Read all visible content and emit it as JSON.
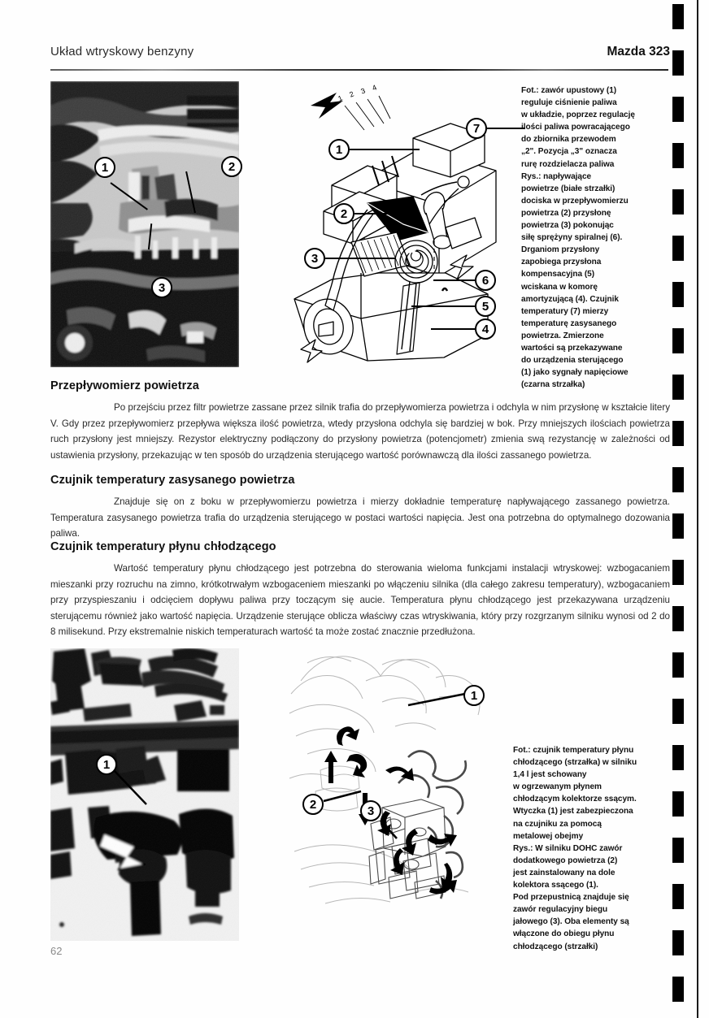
{
  "header": {
    "section_title": "Układ wtryskowy benzyny",
    "book_title": "Mazda 323"
  },
  "page_number": "62",
  "figures": {
    "top_left_photo": {
      "name": "engine-bay-photo",
      "callouts": [
        "1",
        "2",
        "3"
      ]
    },
    "top_right_diagram": {
      "name": "air-flow-meter-diagram",
      "callouts": [
        "1",
        "7",
        "2",
        "3",
        "6",
        "5",
        "4"
      ],
      "tiny_labels": [
        "1",
        "2",
        "3",
        "4"
      ]
    },
    "bottom_left_photo": {
      "name": "coolant-temperature-sensor-photo",
      "callouts": [
        "1"
      ]
    },
    "bottom_right_diagram": {
      "name": "dohc-intake-manifold-diagram",
      "callouts": [
        "1",
        "2",
        "3"
      ]
    }
  },
  "captions": {
    "top": [
      "Fot.: zawór upustowy (1)",
      "reguluje ciśnienie paliwa",
      "w układzie, poprzez regulację",
      "ilości paliwa powracającego",
      "do zbiornika przewodem",
      "„2\". Pozycja „3\" oznacza",
      "rurę rozdzielacza paliwa",
      "Rys.: napływające",
      "powietrze (białe strzałki)",
      "dociska w przepływomierzu",
      "powietrza (2) przysłonę",
      "powietrza (3) pokonując",
      "siłę sprężyny spiralnej (6).",
      "Drganiom przysłony",
      "zapobiega przysłona",
      "kompensacyjna (5)",
      "wciskana w komorę",
      "amortyzującą (4). Czujnik",
      "temperatury (7) mierzy",
      "temperaturę zasysanego",
      "powietrza. Zmierzone",
      "wartości są przekazywane",
      "do urządzenia sterującego",
      "(1) jako sygnały napięciowe",
      "(czarna strzałka)"
    ],
    "bottom": [
      "Fot.: czujnik temperatury płynu",
      "chłodzącego (strzałka) w silniku",
      "1,4 l jest schowany",
      "w ogrzewanym płynem",
      "chłodzącym kolektorze ssącym.",
      "Wtyczka (1) jest zabezpieczona",
      "na czujniku za pomocą",
      "metalowej obejmy",
      "Rys.: W silniku DOHC zawór",
      "dodatkowego powietrza (2)",
      "jest zainstalowany na dole",
      "kolektora ssącego (1).",
      "Pod przepustnicą znajduje się",
      "zawór regulacyjny biegu",
      "jałowego (3). Oba elementy są",
      "włączone do obiegu płynu",
      "chłodzącego (strzałki)"
    ]
  },
  "sections": [
    {
      "heading": "Przepływomierz powietrza",
      "body": "Po przejściu przez filtr powietrze zassane przez silnik trafia do przepływomierza powietrza i odchyla w nim przysłonę w kształcie litery V. Gdy przez przepływomierz przepływa większa ilość powietrza, wtedy przysłona odchyla się bardziej w bok. Przy mniejszych ilościach powietrza ruch przysłony jest mniejszy. Rezystor elektryczny podłączony do przysłony powietrza (potencjometr) zmienia swą rezystancję w zależności od ustawienia przysłony, przekazując w ten sposób do urządzenia sterującego wartość porównawczą dla ilości zassanego powietrza."
    },
    {
      "heading": "Czujnik temperatury zasysanego powietrza",
      "body": "Znajduje się on z boku w przepływomierzu powietrza i mierzy dokładnie temperaturę napływającego zassanego powietrza. Temperatura zasysanego powietrza trafia do urządzenia sterującego w postaci wartości napięcia. Jest ona potrzebna do optymalnego dozowania paliwa."
    },
    {
      "heading": "Czujnik temperatury płynu chłodzącego",
      "body": "Wartość temperatury płynu chłodzącego jest potrzebna do sterowania wieloma funkcjami instalacji wtryskowej: wzbogacaniem mieszanki przy rozruchu na zimno, krótkotrwałym wzbogaceniem mieszanki po włączeniu silnika (dla całego zakresu temperatury), wzbogacaniem przy przyspieszaniu i odcięciem dopływu paliwa przy toczącym się aucie. Temperatura płynu chłodzącego jest przekazywana urządzeniu sterującemu również jako wartość napięcia. Urządzenie sterujące oblicza właściwy czas wtryskiwania, który przy rozgrzanym silniku wynosi od 2 do 8 milisekund. Przy ekstremalnie niskich temperaturach wartość ta może zostać znacznie przedłużona."
    }
  ]
}
